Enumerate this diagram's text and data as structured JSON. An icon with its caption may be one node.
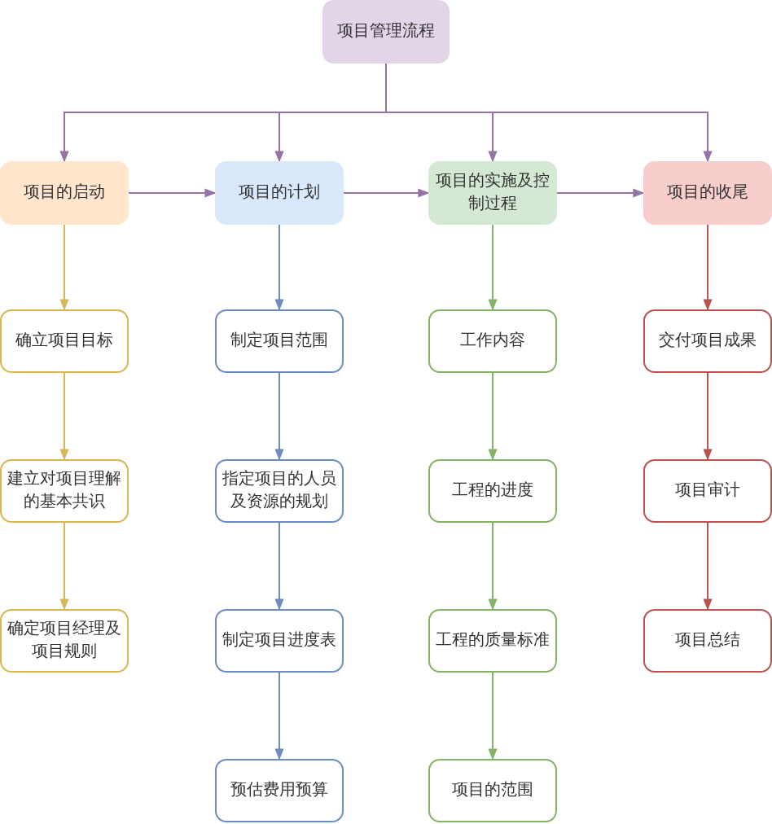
{
  "diagram": {
    "nodes": [
      {
        "text": [
          "项目管理流程"
        ]
      },
      {
        "text": [
          "项目的启动"
        ]
      },
      {
        "text": [
          "项目的计划"
        ]
      },
      {
        "text": [
          "项目的实施及控制过程"
        ]
      },
      {
        "text": [
          "项目的收尾"
        ]
      },
      {
        "text": [
          "确立项目目标"
        ]
      },
      {
        "text": [
          "制定项目范围"
        ]
      },
      {
        "text": [
          "工作内容"
        ]
      },
      {
        "text": [
          "交付项目成果"
        ]
      },
      {
        "text": [
          "建立对项目理解的基本共识"
        ]
      },
      {
        "text": [
          "指定项目的人员及资源的规划"
        ]
      },
      {
        "text": [
          "工程的进度"
        ]
      },
      {
        "text": [
          "项目审计"
        ]
      },
      {
        "text": [
          "确定项目经理及项目规则"
        ]
      },
      {
        "text": [
          "制定项目进度表"
        ]
      },
      {
        "text": [
          "工程的质量标准"
        ]
      },
      {
        "text": [
          "项目总结"
        ]
      },
      {
        "text": [
          "预估费用预算"
        ]
      },
      {
        "text": [
          "项目的范围"
        ]
      }
    ],
    "edges": [
      {
        "from": 0,
        "to": 1,
        "arrow": "to"
      },
      {
        "from": 0,
        "to": 2,
        "arrow": "to"
      },
      {
        "from": 0,
        "to": 3,
        "arrow": "to"
      },
      {
        "from": 0,
        "to": 4,
        "arrow": "to"
      },
      {
        "from": 1,
        "to": 2,
        "arrow": "to"
      },
      {
        "from": 2,
        "to": 3,
        "arrow": "to"
      },
      {
        "from": 3,
        "to": 4,
        "arrow": "to"
      },
      {
        "from": 1,
        "to": 5,
        "arrow": "to",
        "color": "#d6b656"
      },
      {
        "from": 5,
        "to": 9,
        "arrow": "to",
        "color": "#d6b656"
      },
      {
        "from": 9,
        "to": 13,
        "arrow": "to",
        "color": "#d6b656"
      },
      {
        "from": 2,
        "to": 6,
        "arrow": "to",
        "color": "#6c8ebf"
      },
      {
        "from": 6,
        "to": 10,
        "arrow": "to",
        "color": "#6c8ebf"
      },
      {
        "from": 10,
        "to": 14,
        "arrow": "to",
        "color": "#6c8ebf"
      },
      {
        "from": 14,
        "to": 17,
        "arrow": "to",
        "color": "#6c8ebf"
      },
      {
        "from": 3,
        "to": 7,
        "arrow": "to",
        "color": "#82b366"
      },
      {
        "from": 7,
        "to": 11,
        "arrow": "to",
        "color": "#82b366"
      },
      {
        "from": 11,
        "to": 15,
        "arrow": "to",
        "color": "#82b366"
      },
      {
        "from": 15,
        "to": 18,
        "arrow": "to",
        "color": "#82b366"
      },
      {
        "from": 4,
        "to": 8,
        "arrow": "to",
        "color": "#b85450"
      },
      {
        "from": 8,
        "to": 12,
        "arrow": "to",
        "color": "#b85450"
      },
      {
        "from": 12,
        "to": 16,
        "arrow": "to",
        "color": "#b85450"
      }
    ]
  }
}
